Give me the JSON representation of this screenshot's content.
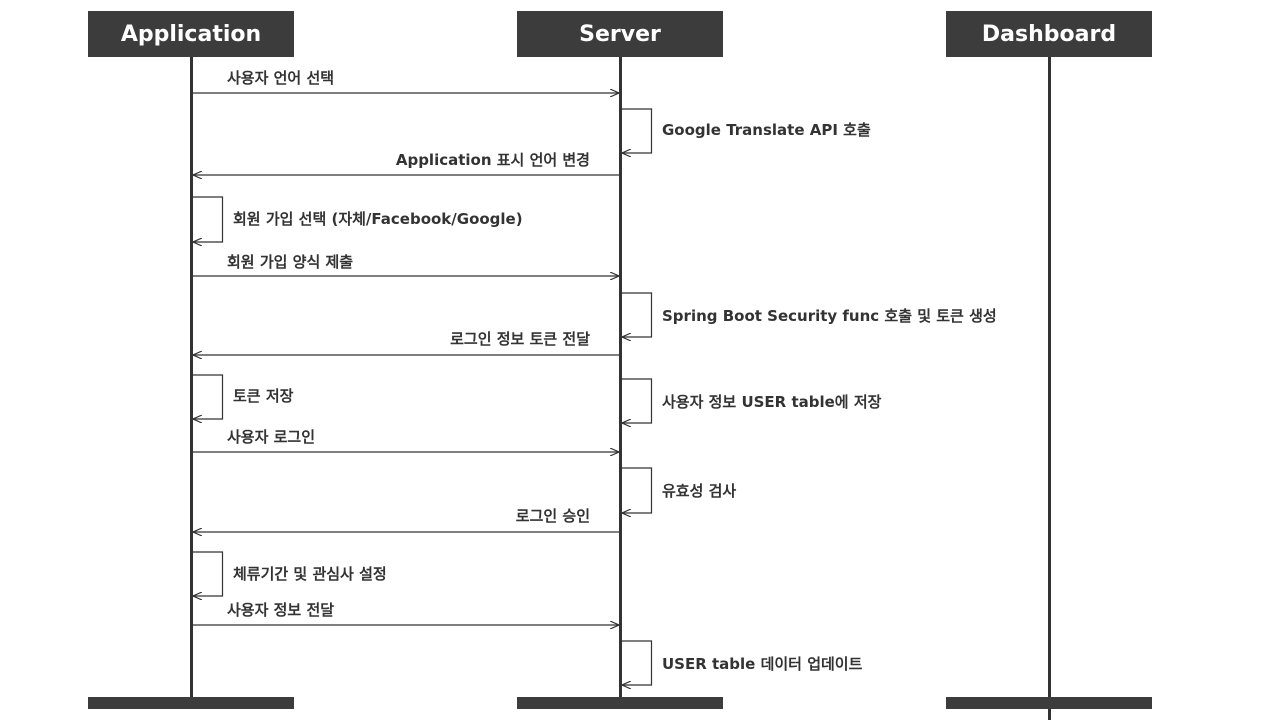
{
  "colors": {
    "actor_fill": "#3c3c3c",
    "line": "#333333",
    "text": "#333333"
  },
  "actors": [
    {
      "name": "Application"
    },
    {
      "name": "Server"
    },
    {
      "name": "Dashboard"
    }
  ],
  "messages": [
    {
      "type": "call",
      "from": "Application",
      "to": "Server",
      "label": "사용자 언어 선택"
    },
    {
      "type": "self",
      "actor": "Server",
      "label": "Google Translate API 호출"
    },
    {
      "type": "call",
      "from": "Server",
      "to": "Application",
      "label": "Application 표시 언어 변경"
    },
    {
      "type": "self",
      "actor": "Application",
      "label": "회원 가입 선택 (자체/Facebook/Google)"
    },
    {
      "type": "call",
      "from": "Application",
      "to": "Server",
      "label": "회원 가입 양식 제출"
    },
    {
      "type": "self",
      "actor": "Server",
      "label": "Spring Boot Security func 호출 및 토큰 생성"
    },
    {
      "type": "call",
      "from": "Server",
      "to": "Application",
      "label": "로그인 정보 토큰 전달"
    },
    {
      "type": "self",
      "actor": "Application",
      "label": "토큰 저장"
    },
    {
      "type": "self",
      "actor": "Server",
      "label": "사용자 정보 USER table에 저장"
    },
    {
      "type": "call",
      "from": "Application",
      "to": "Server",
      "label": "사용자 로그인"
    },
    {
      "type": "self",
      "actor": "Server",
      "label": "유효성 검사"
    },
    {
      "type": "call",
      "from": "Server",
      "to": "Application",
      "label": "로그인 승인"
    },
    {
      "type": "self",
      "actor": "Application",
      "label": "체류기간 및 관심사 설정"
    },
    {
      "type": "call",
      "from": "Application",
      "to": "Server",
      "label": "사용자 정보 전달"
    },
    {
      "type": "self",
      "actor": "Server",
      "label": "USER table 데이터 업데이트"
    }
  ]
}
